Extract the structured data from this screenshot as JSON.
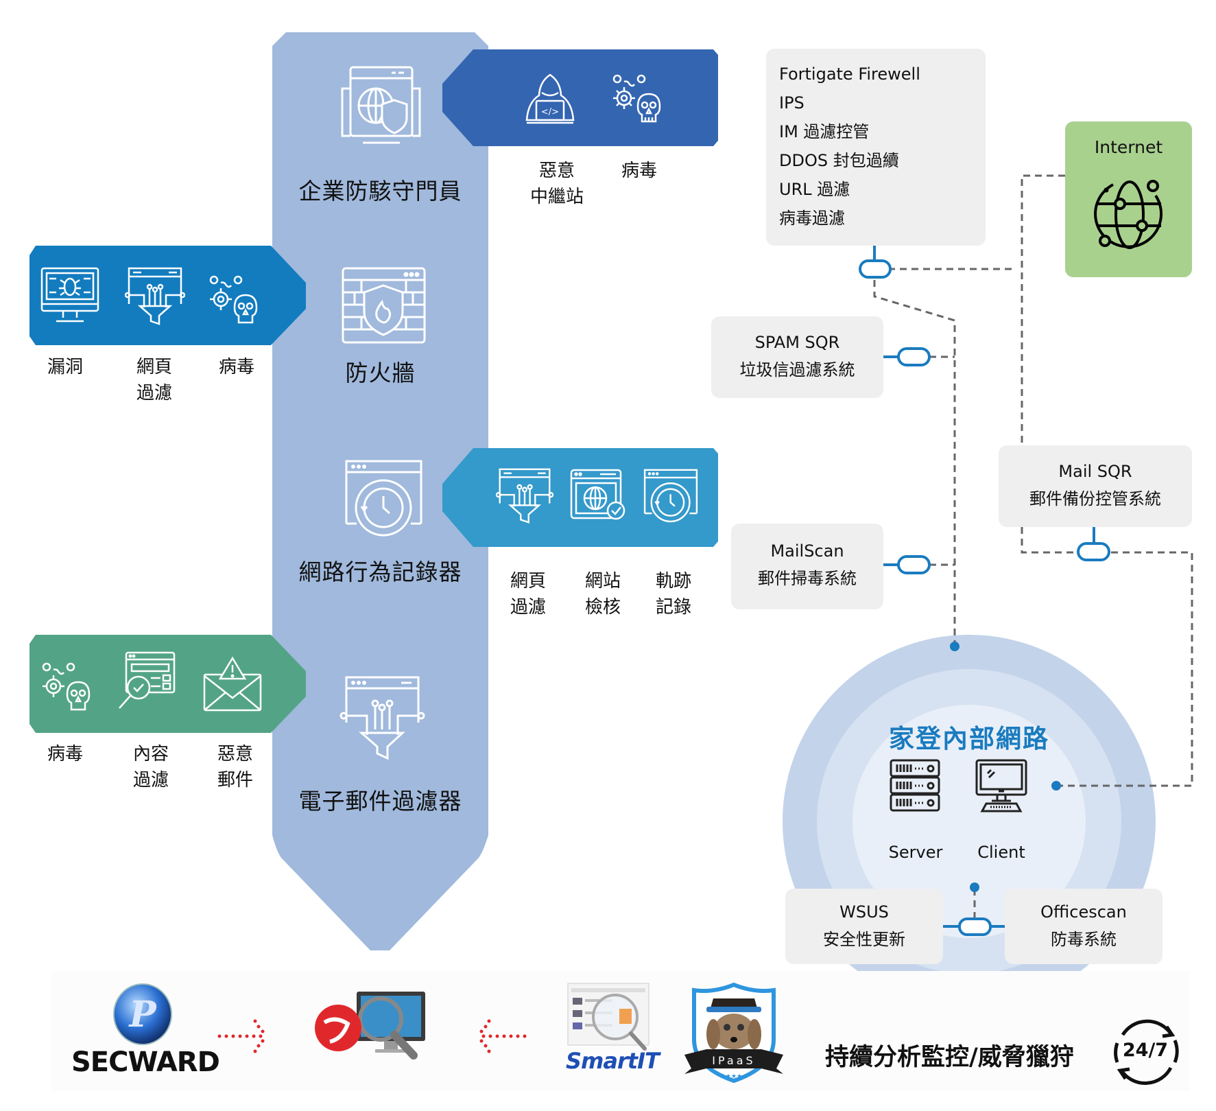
{
  "colors": {
    "column": "#a0b9dc",
    "panel_gatekeeper": "#3465b0",
    "panel_firewall": "#127cbf",
    "panel_recorder": "#3499cb",
    "panel_email": "#53a486",
    "box_bg": "#efefef",
    "internet_bg": "#a9d18e",
    "connector": "#1a7bbf",
    "dashed_line": "#666666",
    "circle_outer": "#c3d3ea",
    "circle_mid": "#d6e2f1",
    "circle_inner": "#e9eff8",
    "network_title": "#1a7bbf"
  },
  "column": {
    "sections": [
      {
        "title": "企業防駭守門員",
        "icon": "web-shield-icon"
      },
      {
        "title": "防火牆",
        "icon": "firewall-icon"
      },
      {
        "title": "網路行為記錄器",
        "icon": "history-icon"
      },
      {
        "title": "電子郵件過濾器",
        "icon": "funnel-filter-icon"
      }
    ]
  },
  "panels": {
    "gatekeeper": {
      "items": [
        {
          "icon": "hacker-icon",
          "label_lines": [
            "惡意",
            "中繼站"
          ]
        },
        {
          "icon": "virus-skull-icon",
          "label_lines": [
            "病毒"
          ]
        }
      ]
    },
    "firewall": {
      "items": [
        {
          "icon": "monitor-bug-icon",
          "label_lines": [
            "漏洞"
          ]
        },
        {
          "icon": "web-filter-icon",
          "label_lines": [
            "網頁",
            "過濾"
          ]
        },
        {
          "icon": "virus-skull-icon",
          "label_lines": [
            "病毒"
          ]
        }
      ]
    },
    "recorder": {
      "items": [
        {
          "icon": "web-filter-icon",
          "label_lines": [
            "網頁",
            "過濾"
          ]
        },
        {
          "icon": "web-globe-check-icon",
          "label_lines": [
            "網站",
            "檢核"
          ]
        },
        {
          "icon": "history-icon",
          "label_lines": [
            "軌跡",
            "記錄"
          ]
        }
      ]
    },
    "email": {
      "items": [
        {
          "icon": "virus-skull-icon",
          "label_lines": [
            "病毒"
          ]
        },
        {
          "icon": "content-search-icon",
          "label_lines": [
            "內容",
            "過濾"
          ]
        },
        {
          "icon": "mail-warning-icon",
          "label_lines": [
            "惡意",
            "郵件"
          ]
        }
      ]
    }
  },
  "fortigate": {
    "lines": [
      "Fortigate Firewell",
      "IPS",
      "IM 過濾控管",
      "DDOS 封包過續",
      "URL 過濾",
      "病毒過濾"
    ]
  },
  "internet": {
    "label": "Internet",
    "icon": "globe-network-icon"
  },
  "spam_sqr": {
    "lines": [
      "SPAM SQR",
      "垃圾信過濾系統"
    ]
  },
  "mailscan": {
    "lines": [
      "MailScan",
      "郵件掃毒系統"
    ]
  },
  "mail_sqr": {
    "lines": [
      "Mail SQR",
      "郵件備份控管系統"
    ]
  },
  "internal_network": {
    "title": "家登內部網路",
    "devices": [
      {
        "label": "Server",
        "icon": "server-rack-icon"
      },
      {
        "label": "Client",
        "icon": "desktop-computer-icon"
      }
    ],
    "wsus": {
      "lines": [
        "WSUS",
        "安全性更新"
      ]
    },
    "officescan": {
      "lines": [
        "Officescan",
        "防毒系統"
      ]
    }
  },
  "bottom": {
    "logos": [
      {
        "name": "SECWARD",
        "icon": "secward-logo"
      },
      {
        "name": "Trend Micro monitor",
        "icon": "trendmicro-logo"
      },
      {
        "name": "SmartIT",
        "icon": "smartit-logo"
      },
      {
        "name": "IPaaS",
        "icon": "ipaas-logo"
      }
    ],
    "secward_text": "SECWARD",
    "smartit_text": "SmartIT",
    "ipaas_text": "IPaaS",
    "slogan": "持續分析監控/威脅獵狩",
    "badge": "24/7"
  }
}
